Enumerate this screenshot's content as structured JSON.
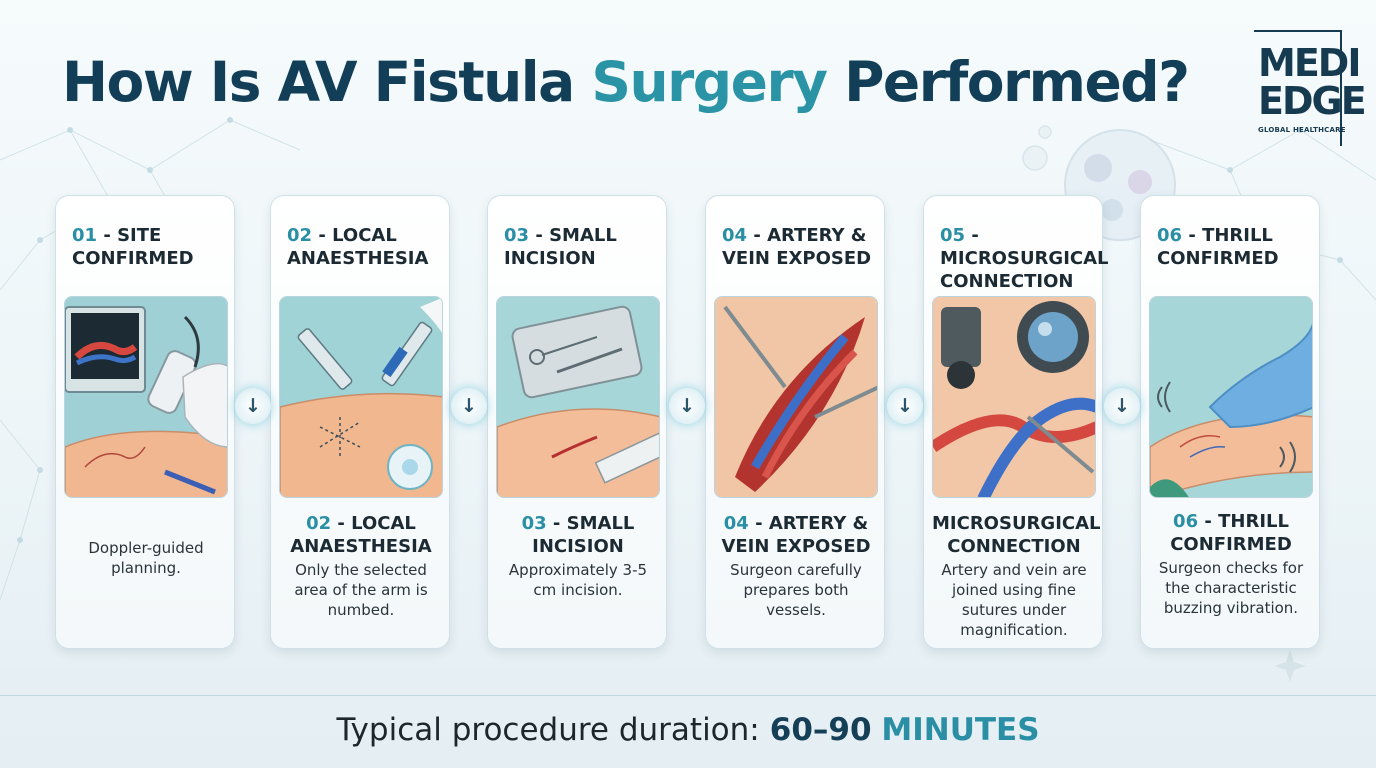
{
  "title": {
    "part1": "How Is AV Fistula",
    "accent": "Surgery",
    "part2": "Performed?"
  },
  "logo": {
    "line1": "MEDI",
    "line2": "EDGE",
    "tagline": "GLOBAL HEALTHCARE"
  },
  "steps": [
    {
      "number": "01",
      "heading": " - SITE CONFIRMED",
      "body_title_number": "",
      "body_title": "",
      "body_text": "Doppler-guided planning.",
      "illustration": "ultrasound-doppler-scan"
    },
    {
      "number": "02",
      "heading": " - LOCAL ANAESTHESIA",
      "body_title_number": "02",
      "body_title": " - LOCAL ANAESTHESIA",
      "body_text": "Only the selected area of the arm is numbed.",
      "illustration": "syringe-injection"
    },
    {
      "number": "03",
      "heading": " - SMALL INCISION",
      "body_title_number": "03",
      "body_title": " - SMALL INCISION",
      "body_text": "Approximately 3-5 cm incision.",
      "illustration": "surgical-tray-incision"
    },
    {
      "number": "04",
      "heading": " - ARTERY & VEIN EXPOSED",
      "body_title_number": "04",
      "body_title": " - ARTERY & VEIN EXPOSED",
      "body_text": "Surgeon carefully prepares both vessels.",
      "illustration": "exposed-vessels"
    },
    {
      "number": "05",
      "heading": " - MICROSURGICAL CONNECTION",
      "body_title_number": "",
      "body_title": "MICROSURGICAL CONNECTION",
      "body_text": "Artery and vein are joined using fine sutures under magnification.",
      "illustration": "microscope-anastomosis"
    },
    {
      "number": "06",
      "heading": " - THRILL CONFIRMED",
      "body_title_number": "06",
      "body_title": " - THRILL CONFIRMED",
      "body_text": "Surgeon checks for the characteristic buzzing vibration.",
      "illustration": "gloved-hand-on-arm"
    }
  ],
  "arrow_symbol": "↓",
  "duration": {
    "label": "Typical procedure duration:",
    "value": "60–90",
    "unit": "MINUTES"
  },
  "colors": {
    "title": "#123f57",
    "accent": "#2a93a6",
    "step_number": "#2a8fa4",
    "artery": "#c8433f",
    "vein": "#3c6fc4"
  }
}
